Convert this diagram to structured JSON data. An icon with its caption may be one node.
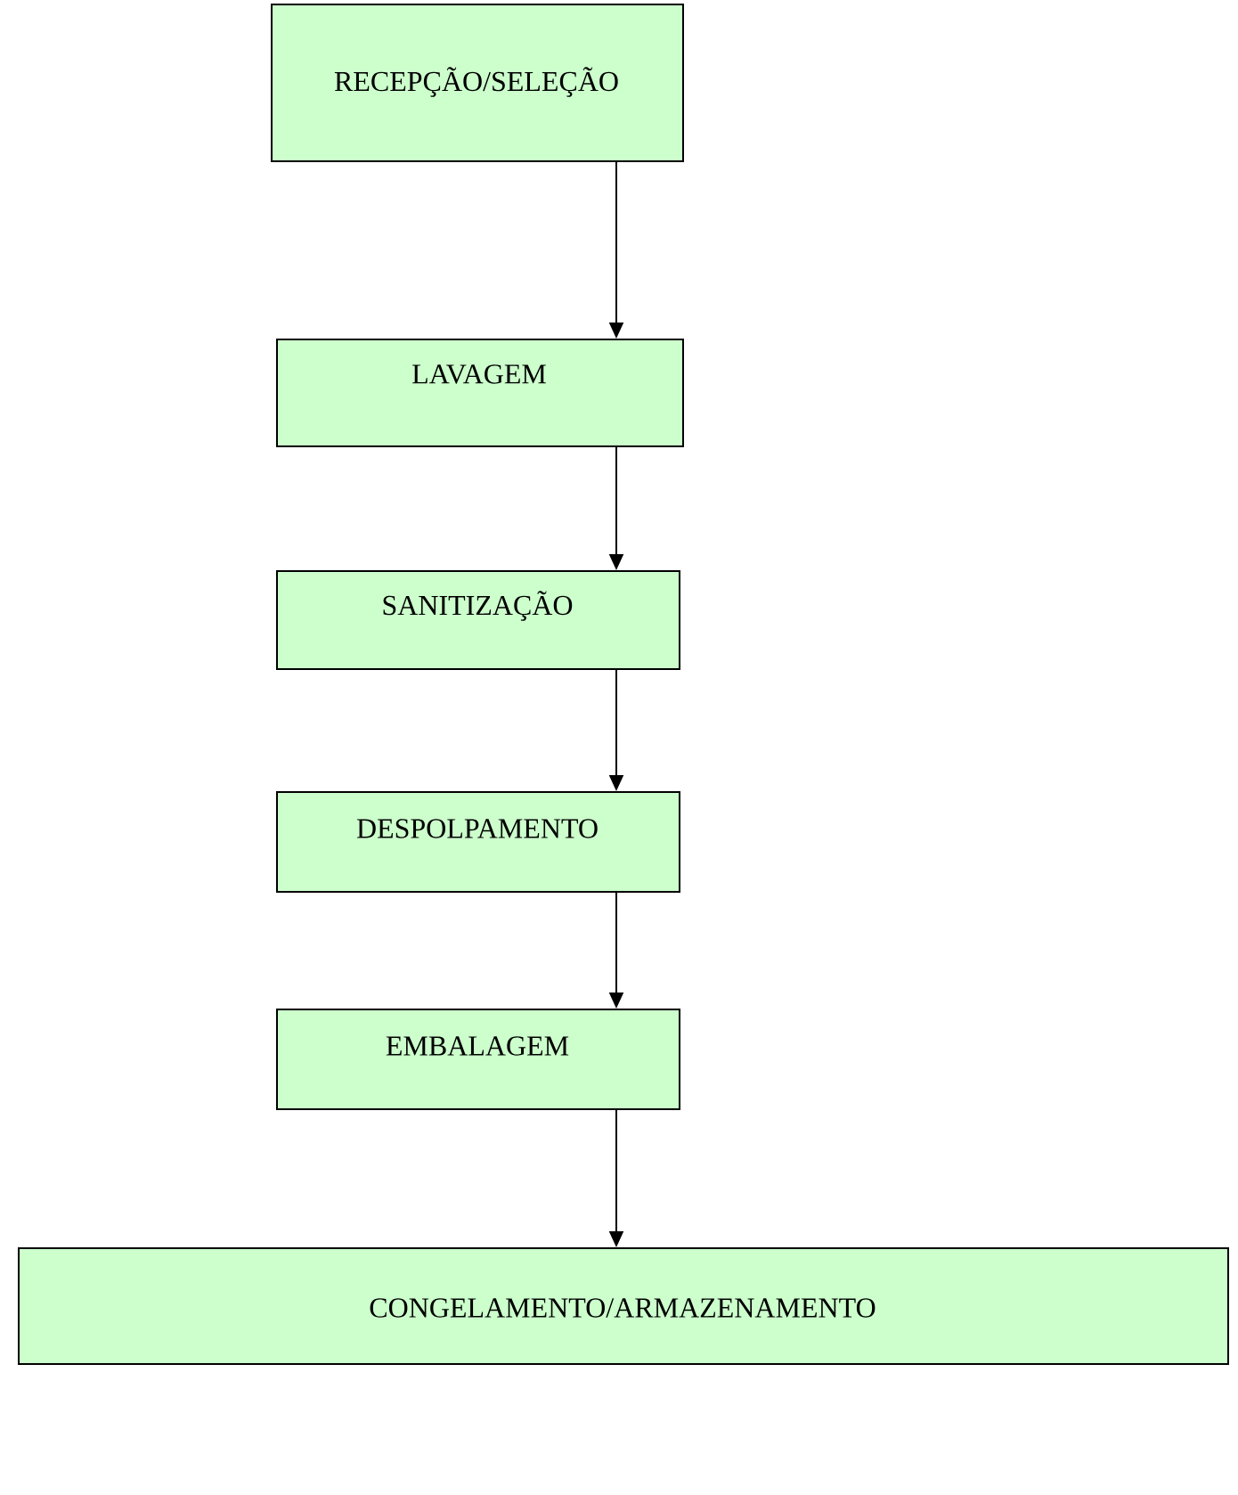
{
  "diagram": {
    "nodes": [
      {
        "text": [
          "RECEPÇÃO/SELEÇÃO"
        ]
      },
      {
        "text": [
          "LAVAGEM"
        ]
      },
      {
        "text": [
          "SANITIZAÇÃO"
        ]
      },
      {
        "text": [
          "DESPOLPAMENTO"
        ]
      },
      {
        "text": [
          "EMBALAGEM"
        ]
      },
      {
        "text": [
          "CONGELAMENTO/ARMAZENAMENTO"
        ]
      }
    ],
    "edges": [
      {
        "from": 0,
        "to": 1,
        "arrow": "to"
      },
      {
        "from": 1,
        "to": 2,
        "arrow": "to"
      },
      {
        "from": 2,
        "to": 3,
        "arrow": "to"
      },
      {
        "from": 3,
        "to": 4,
        "arrow": "to"
      },
      {
        "from": 4,
        "to": 5,
        "arrow": "to"
      }
    ]
  }
}
